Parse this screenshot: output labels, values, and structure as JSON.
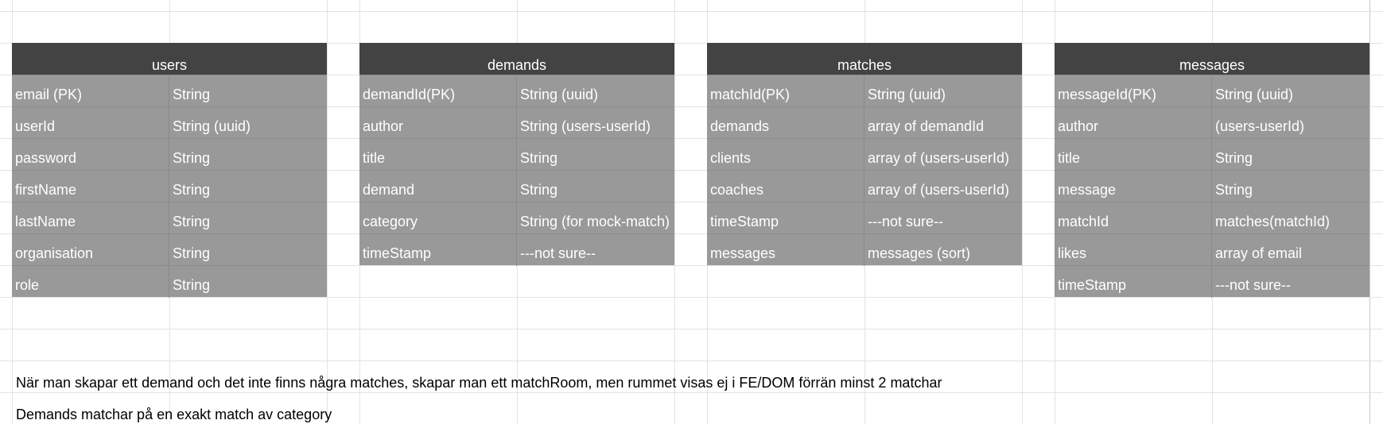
{
  "tables": {
    "users": {
      "title": "users",
      "rows": [
        [
          "email (PK)",
          "String"
        ],
        [
          "userId",
          "String (uuid)"
        ],
        [
          "password",
          "String"
        ],
        [
          "firstName",
          "String"
        ],
        [
          "lastName",
          "String"
        ],
        [
          "organisation",
          "String"
        ],
        [
          "role",
          "String"
        ]
      ]
    },
    "demands": {
      "title": "demands",
      "rows": [
        [
          "demandId(PK)",
          "String (uuid)"
        ],
        [
          "author",
          "String (users-userId)"
        ],
        [
          "title",
          "String"
        ],
        [
          "demand",
          "String"
        ],
        [
          "category",
          "String (for mock-match)"
        ],
        [
          "timeStamp",
          "---not sure--"
        ]
      ]
    },
    "matches": {
      "title": "matches",
      "rows": [
        [
          "matchId(PK)",
          "String (uuid)"
        ],
        [
          "demands",
          "array of demandId"
        ],
        [
          "clients",
          "array of (users-userId)"
        ],
        [
          "coaches",
          "array of (users-userId)"
        ],
        [
          "timeStamp",
          "---not sure--"
        ],
        [
          "messages",
          "messages (sort)"
        ]
      ]
    },
    "messages": {
      "title": "messages",
      "rows": [
        [
          "messageId(PK)",
          "String (uuid)"
        ],
        [
          "author",
          "(users-userId)"
        ],
        [
          "title",
          "String"
        ],
        [
          "message",
          "String"
        ],
        [
          "matchId",
          "matches(matchId)"
        ],
        [
          "likes",
          "array of email"
        ],
        [
          "timeStamp",
          "---not sure--"
        ]
      ]
    }
  },
  "notes": {
    "note1": "När man skapar ett demand och det inte finns några matches, skapar man ett matchRoom, men rummet visas ej i FE/DOM förrän minst 2 matchar",
    "note2": "Demands matchar på en exakt match av category"
  }
}
